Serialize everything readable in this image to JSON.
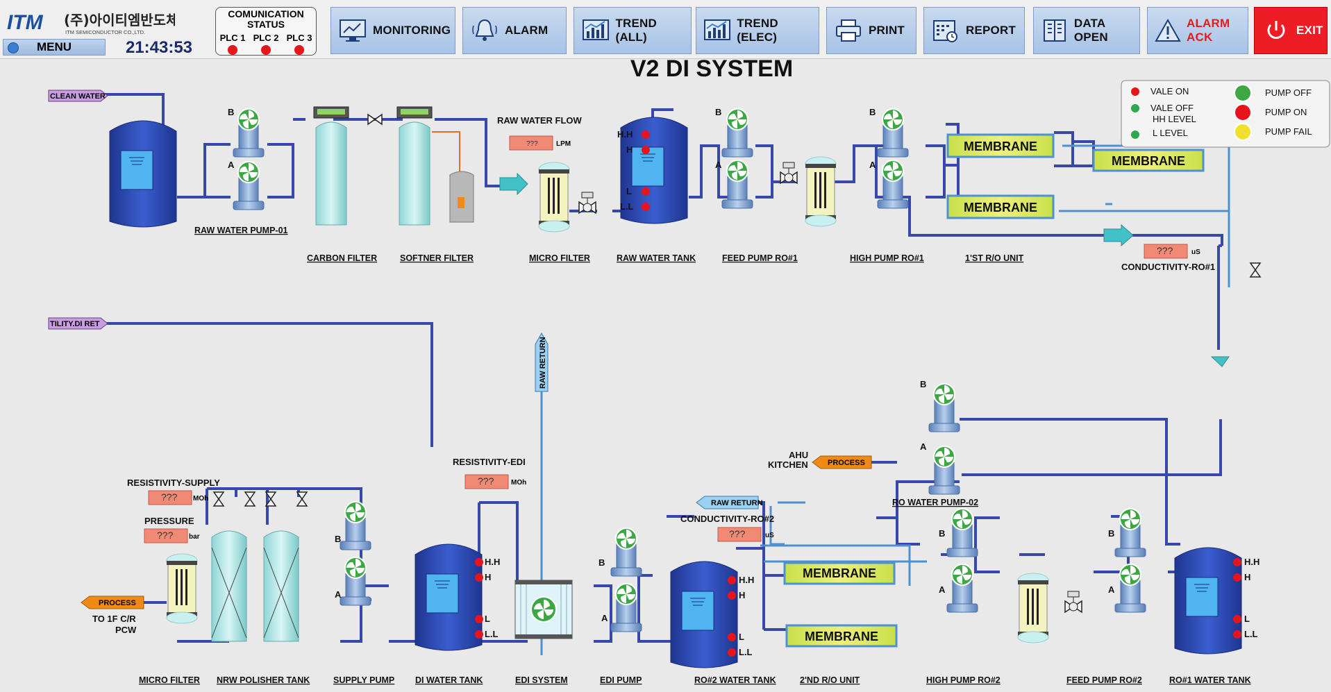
{
  "header": {
    "logo": {
      "brand": "ITM",
      "korean": "(주)아이티엠반도체",
      "sub": "ITM SEMICONDUCTOR CO.,LTD."
    },
    "menu_label": "MENU",
    "clock": "21:43:53",
    "comm_status": {
      "title": "COMUNICATION\nSTATUS",
      "plc1": "PLC 1",
      "plc2": "PLC 2",
      "plc3": "PLC 3",
      "color": "#e8141b"
    },
    "buttons": {
      "monitoring": "MONITORING",
      "alarm": "ALARM",
      "trend_all": "TREND (ALL)",
      "trend_elec": "TREND (ELEC)",
      "print": "PRINT",
      "report": "REPORT",
      "data_open": "DATA OPEN",
      "alarm_ack": "ALARM ACK",
      "exit": "EXIT"
    }
  },
  "page_title": "V2 DI SYSTEM",
  "legend": {
    "vale_on": "VALE ON",
    "vale_off": "VALE OFF",
    "hh_level": "HH  LEVEL",
    "l_level": "L  LEVEL",
    "pump_off": "PUMP OFF",
    "pump_on": "PUMP ON",
    "pump_fail": "PUMP FAIL",
    "colors": {
      "on": "#e8141b",
      "off": "#2ea84a",
      "fail": "#f2e030"
    }
  },
  "tags": {
    "clean_water": "CLEAN WATER",
    "utility_di_ret": "TILITY.DI RET",
    "raw_return_vertical": "RAW RETURN",
    "raw_return": "RAW RETURN",
    "process_right": "PROCESS",
    "process_left": "PROCESS"
  },
  "equipment": {
    "raw_water_pump": "RAW WATER PUMP-01",
    "carbon_filter": "CARBON FILTER",
    "softner_filter": "SOFTNER FILTER",
    "micro_filter_top": "MICRO FILTER",
    "raw_water_tank": "RAW WATER TANK",
    "feed_pump_ro1": "FEED PUMP RO#1",
    "high_pump_ro1": "HIGH PUMP RO#1",
    "ro1_unit": "1'ST R/O UNIT",
    "micro_filter_bottom": "MICRO FILTER",
    "nrw_polisher_tank": "NRW POLISHER TANK",
    "supply_pump": "SUPPLY PUMP",
    "di_water_tank": "DI WATER TANK",
    "edi_system": "EDI SYSTEM",
    "edi_pump": "EDI PUMP",
    "ro2_water_tank": "RO#2 WATER TANK",
    "ro2_unit": "2'ND R/O UNIT",
    "high_pump_ro2": "HIGH PUMP RO#2",
    "feed_pump_ro2": "FEED PUMP RO#2",
    "ro1_water_tank": "RO#1 WATER TANK",
    "ro_water_pump_02": "RO WATER PUMP-02",
    "membrane": "MEMBRANE"
  },
  "pump_labels": {
    "a": "A",
    "b": "B"
  },
  "level_labels": {
    "hh": "H.H",
    "h": "H",
    "l": "L",
    "ll": "L.L"
  },
  "instruments": {
    "raw_water_flow": {
      "label": "RAW WATER FLOW",
      "value": "???",
      "unit": "LPM"
    },
    "conductivity_ro1": {
      "label": "CONDUCTIVITY-RO#1",
      "value": "???",
      "unit": "uS"
    },
    "resistivity_edi": {
      "label": "RESISTIVITY-EDI",
      "value": "???",
      "unit": "MOh"
    },
    "resistivity_supply": {
      "label": "RESISTIVITY-SUPPLY",
      "value": "???",
      "unit": "MOh"
    },
    "pressure": {
      "label": "PRESSURE",
      "value": "???",
      "unit": "bar"
    },
    "conductivity_ro2": {
      "label": "CONDUCTIVITY-RO#2",
      "value": "???",
      "unit": "uS"
    }
  },
  "destinations": {
    "ahu": "AHU",
    "kitchen": "KITCHEN",
    "to_1f": "TO 1F C/R",
    "pcw": "PCW"
  },
  "colors": {
    "pipe": "#3848a8",
    "pipe_light": "#4f90d0",
    "tank": "#2b43a8",
    "value_box": "#f08a74",
    "membrane": "#d8e63a",
    "process_tag": "#f08a14",
    "tag_purple": "#c89ee0"
  }
}
